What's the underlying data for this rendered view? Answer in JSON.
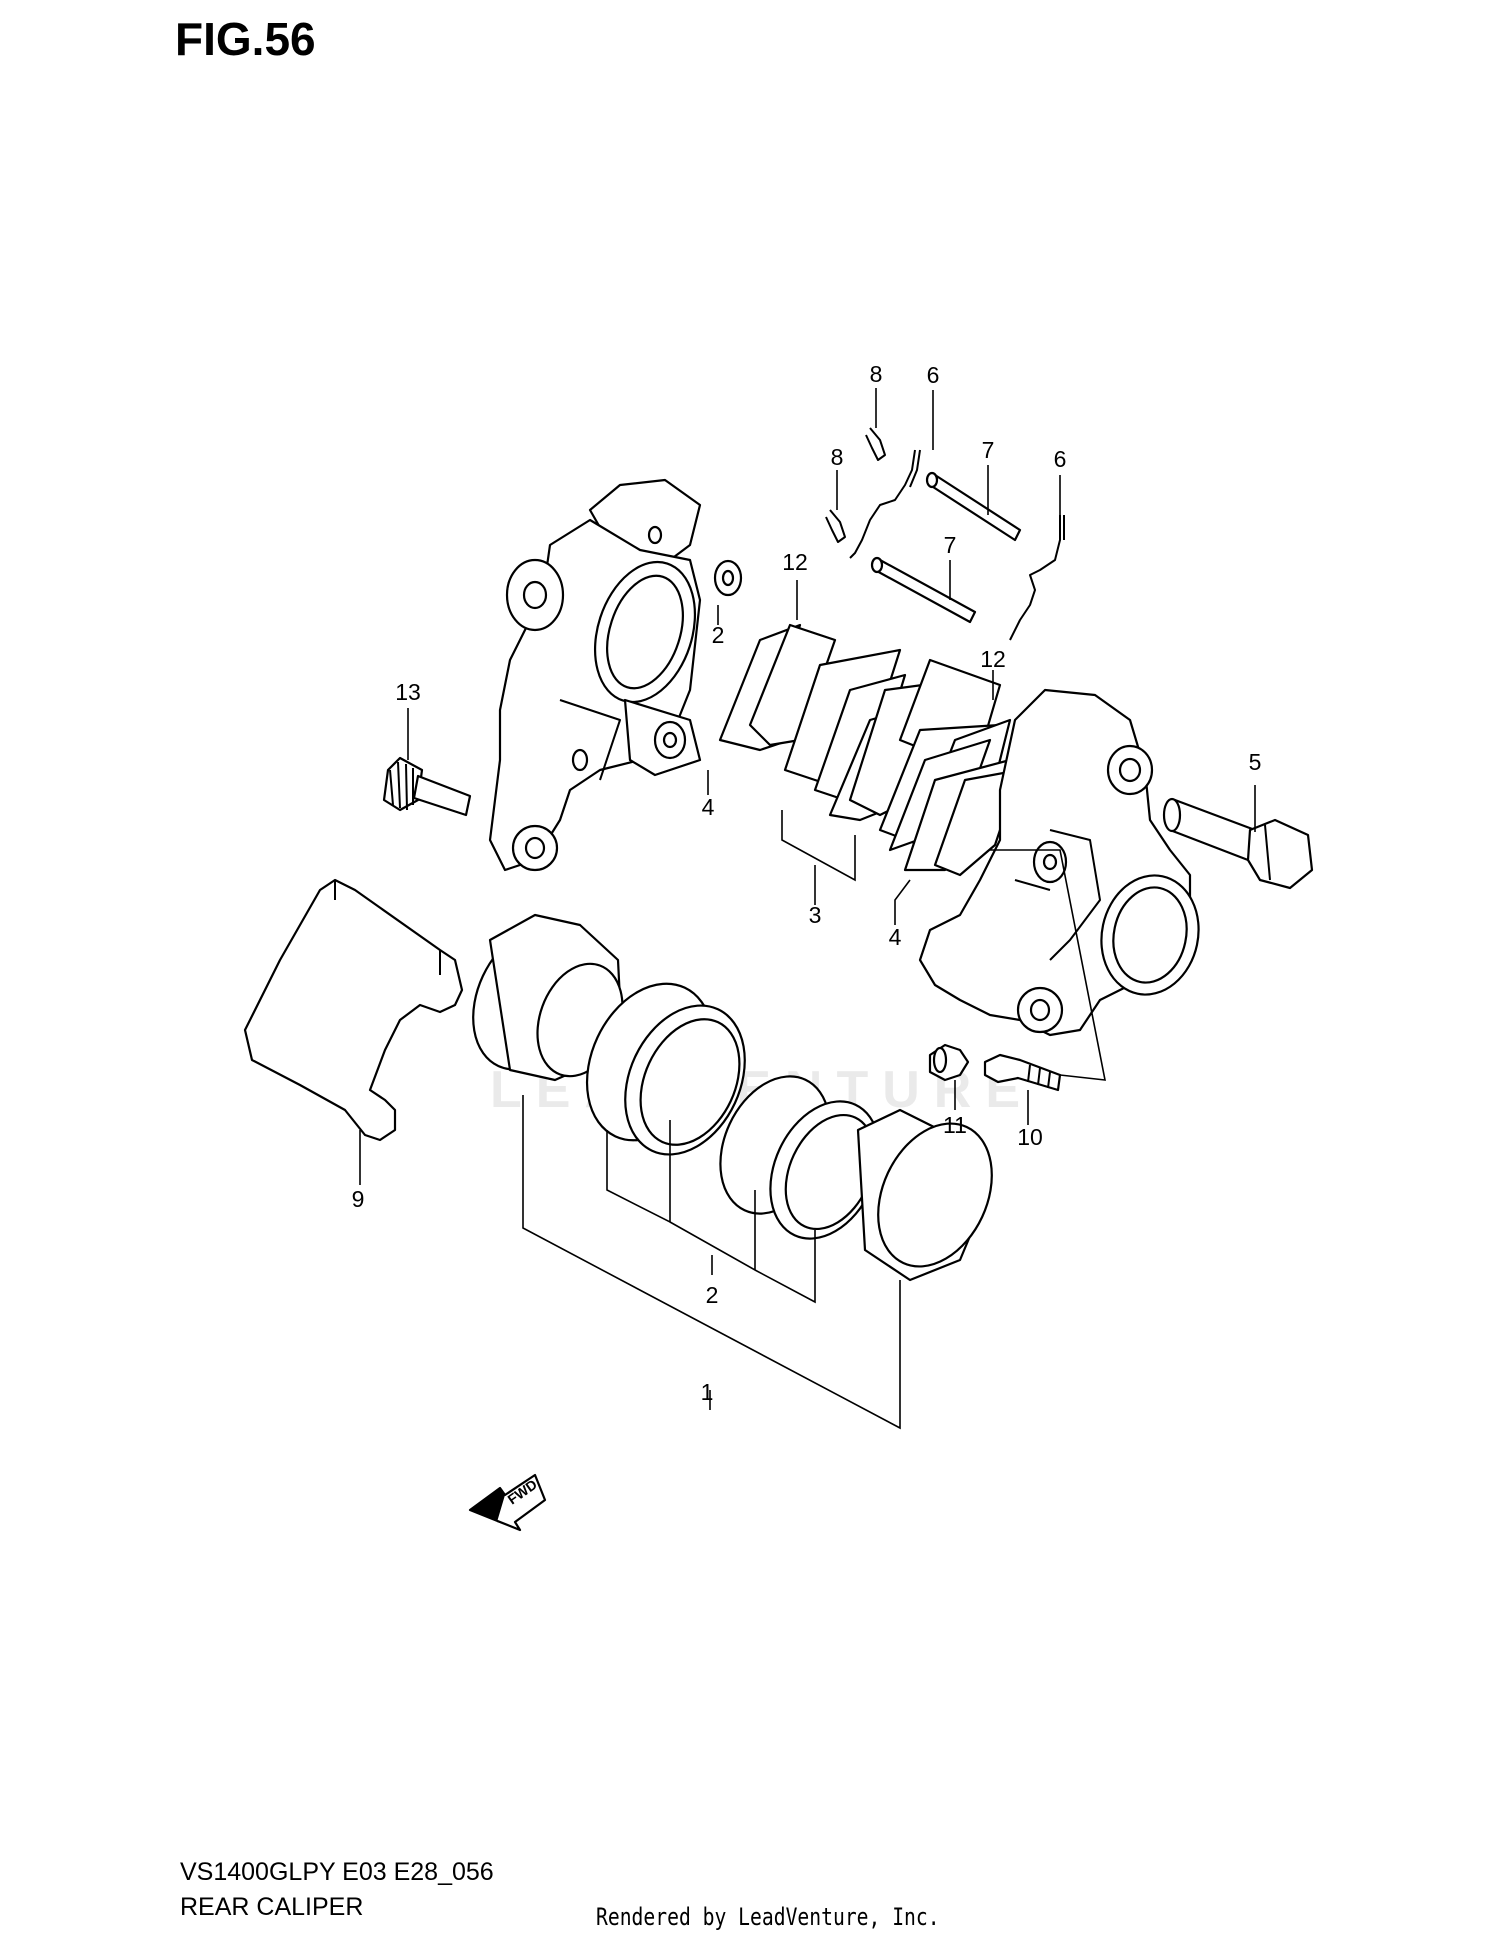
{
  "figure": {
    "title": "FIG.56",
    "model_code": "VS1400GLPY E03 E28_056",
    "section_name": "REAR CALIPER"
  },
  "footer": {
    "rendered_by": "Rendered by LeadVenture, Inc."
  },
  "watermark": {
    "text": "LEADVENTURE"
  },
  "direction_marker": {
    "label": "FWD"
  },
  "callouts": [
    {
      "id": "c1",
      "label": "1"
    },
    {
      "id": "c2a",
      "label": "2"
    },
    {
      "id": "c2b",
      "label": "2"
    },
    {
      "id": "c3",
      "label": "3"
    },
    {
      "id": "c4a",
      "label": "4"
    },
    {
      "id": "c4b",
      "label": "4"
    },
    {
      "id": "c5",
      "label": "5"
    },
    {
      "id": "c6a",
      "label": "6"
    },
    {
      "id": "c6b",
      "label": "6"
    },
    {
      "id": "c7a",
      "label": "7"
    },
    {
      "id": "c7b",
      "label": "7"
    },
    {
      "id": "c8a",
      "label": "8"
    },
    {
      "id": "c8b",
      "label": "8"
    },
    {
      "id": "c9",
      "label": "9"
    },
    {
      "id": "c10",
      "label": "10"
    },
    {
      "id": "c11",
      "label": "11"
    },
    {
      "id": "c12a",
      "label": "12"
    },
    {
      "id": "c12b",
      "label": "12"
    },
    {
      "id": "c13",
      "label": "13"
    }
  ],
  "colors": {
    "ink": "#000000",
    "background": "#ffffff",
    "watermark": "#d9d9d9"
  }
}
